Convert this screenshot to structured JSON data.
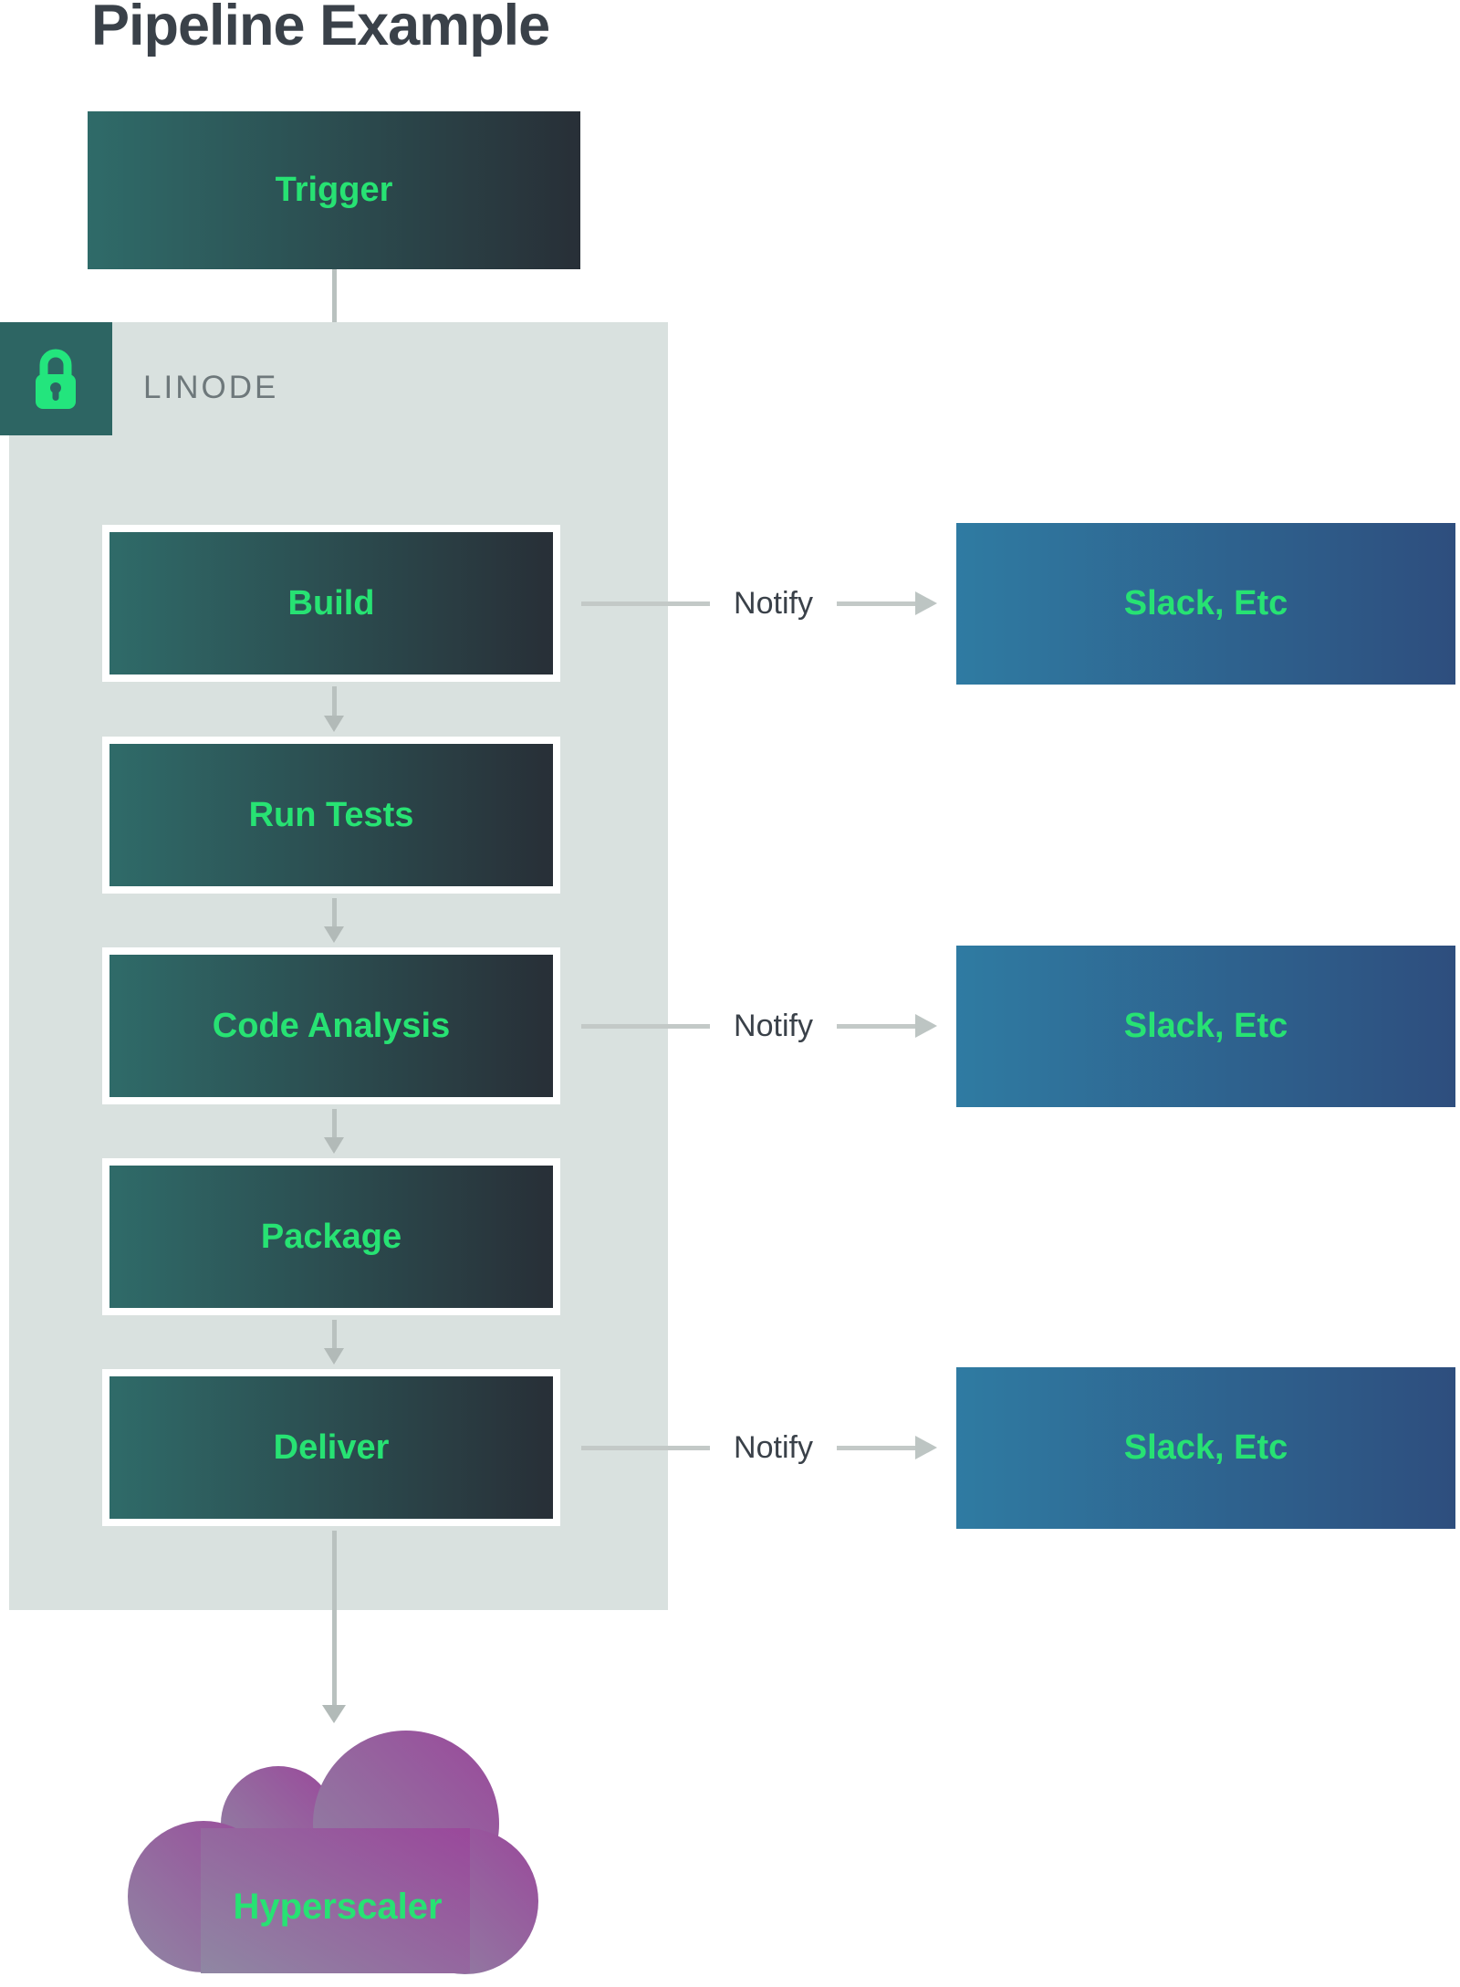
{
  "title": "Pipeline Example",
  "trigger": {
    "label": "Trigger"
  },
  "linode": {
    "label": "LINODE",
    "icon": "lock-icon"
  },
  "stages": [
    {
      "label": "Build",
      "notify": true
    },
    {
      "label": "Run Tests",
      "notify": false
    },
    {
      "label": "Code Analysis",
      "notify": true
    },
    {
      "label": "Package",
      "notify": false
    },
    {
      "label": "Deliver",
      "notify": true
    }
  ],
  "notify": {
    "label": "Notify",
    "target": "Slack, Etc"
  },
  "cloud": {
    "label": "Hyperscaler"
  },
  "colors": {
    "accent_green": "#27e273",
    "stage_gradient_start": "#2f6b69",
    "stage_gradient_end": "#282f37",
    "notify_gradient_start": "#2f7ba2",
    "notify_gradient_end": "#2e4e7e",
    "container_gray": "#d9e1df",
    "lock_teal": "#2d6563",
    "lock_green": "#23e57d",
    "cloud_gradient_start": "#8f87a3",
    "cloud_gradient_end": "#9a489b",
    "arrow_gray": "#b9c1bf",
    "text_dark": "#3a4149",
    "linode_text": "#6e787b"
  }
}
